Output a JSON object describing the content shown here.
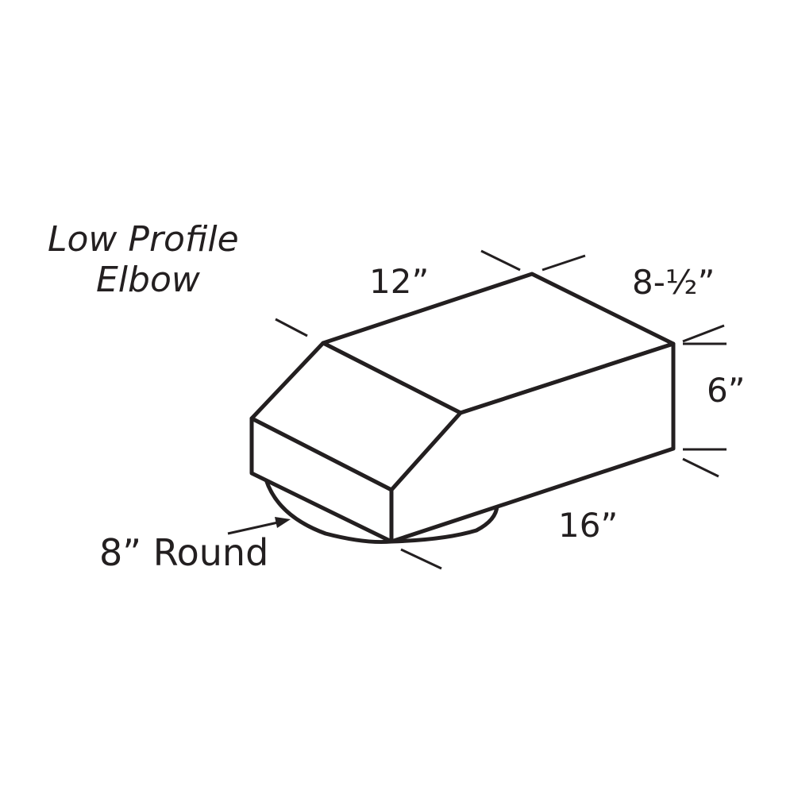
{
  "diagram": {
    "title_line1": "Low Profile",
    "title_line2": "Elbow",
    "dimensions": {
      "length_top": "12”",
      "width": "8-½”",
      "height": "6”",
      "length_bottom": "16”",
      "round_outlet": "8” Round"
    },
    "line_color": "#231f20"
  }
}
